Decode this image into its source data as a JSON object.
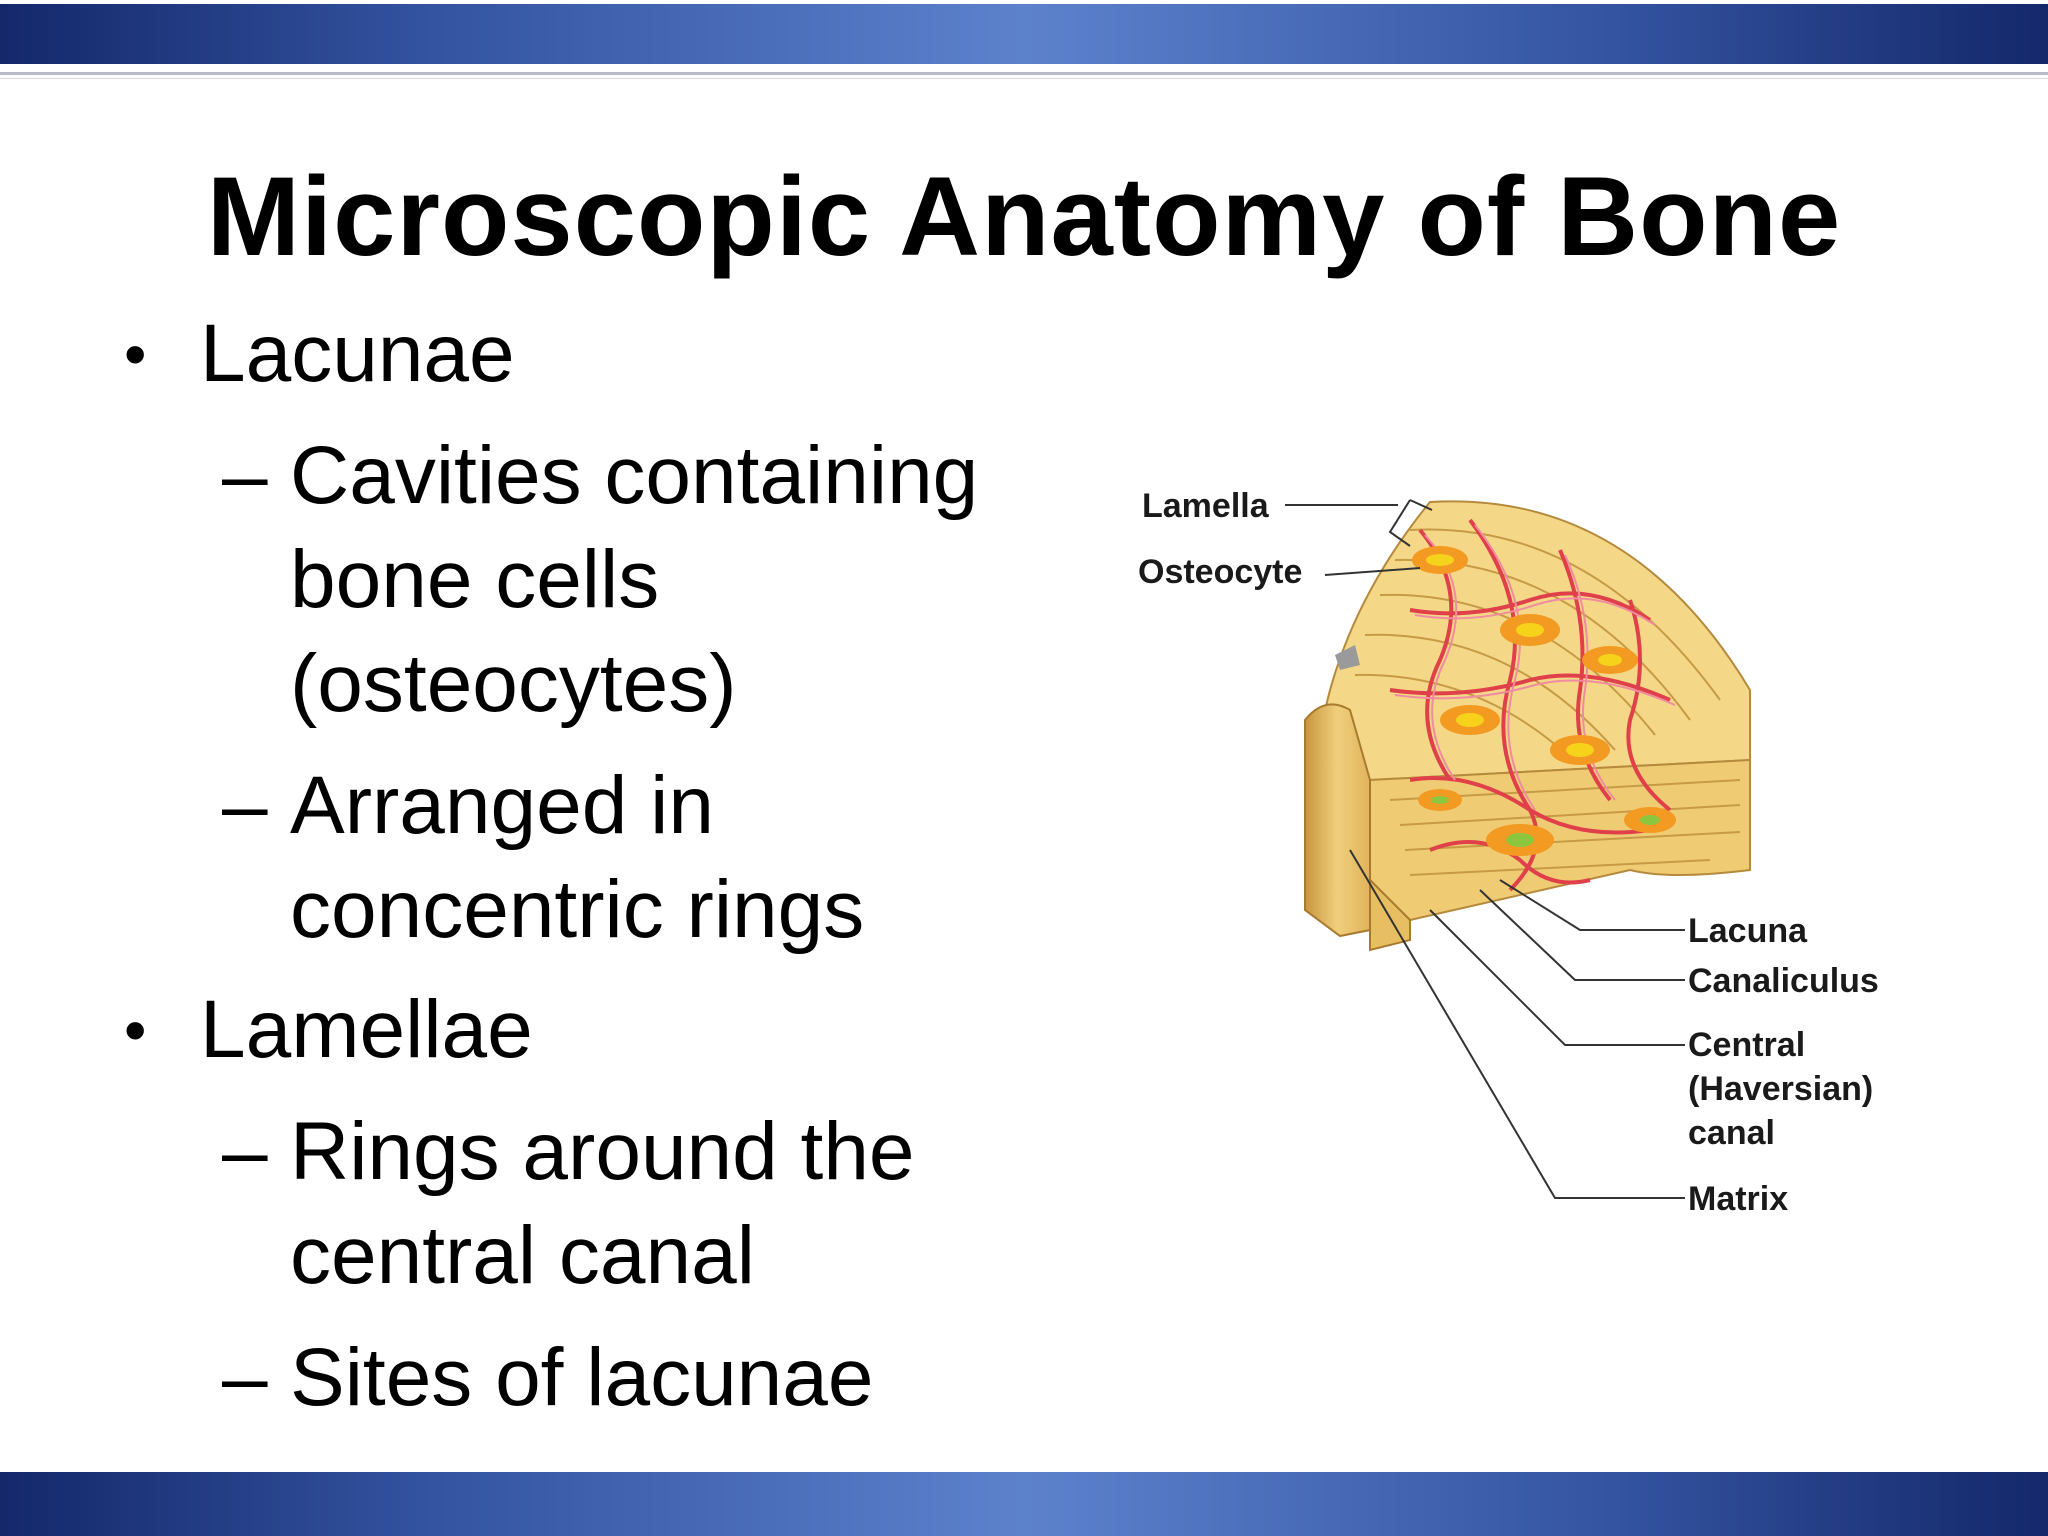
{
  "slide": {
    "title": "Microscopic Anatomy of Bone",
    "bullets": [
      {
        "text": "Lacunae",
        "subs": [
          [
            "Cavities containing",
            "bone cells",
            "(osteocytes)"
          ],
          [
            "Arranged in",
            "concentric rings"
          ]
        ]
      },
      {
        "text": "Lamellae",
        "subs": [
          [
            "Rings around the",
            "central canal"
          ],
          [
            "Sites of lacunae"
          ]
        ]
      }
    ],
    "bullet_symbol": "•",
    "dash_symbol": "–"
  },
  "diagram": {
    "labels": {
      "lamella": "Lamella",
      "osteocyte": "Osteocyte",
      "lacuna": "Lacuna",
      "canaliculus": "Canaliculus",
      "central_1": "Central",
      "central_2": "(Haversian)",
      "central_3": "canal",
      "matrix": "Matrix"
    },
    "colors": {
      "bone": "#f3d27c",
      "bone_dark": "#d9ab4e",
      "vessel_red": "#d6453a",
      "vessel_orange": "#f39a22",
      "vessel_yellow": "#f7d21a",
      "canaliculus_pink": "#f08ca0",
      "osteocyte_green": "#8cc63f"
    }
  },
  "theme": {
    "band_dark": "#14286a",
    "band_light": "#5d82cc"
  }
}
